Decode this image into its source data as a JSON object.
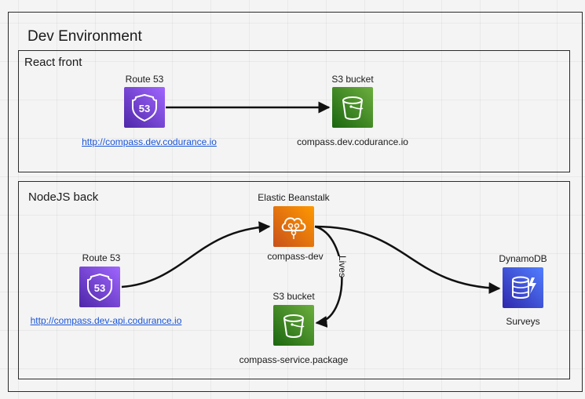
{
  "environment": {
    "title": "Dev Environment"
  },
  "frontend": {
    "title": "React front",
    "route53": {
      "label": "Route 53",
      "icon": "route53-icon",
      "link": "http://compass.dev.codurance.io"
    },
    "s3": {
      "label": "S3 bucket",
      "icon": "s3-bucket-icon",
      "name": "compass.dev.codurance.io"
    }
  },
  "backend": {
    "title": "NodeJS back",
    "route53": {
      "label": "Route 53",
      "icon": "route53-icon",
      "link": "http://compass.dev-api.codurance.io"
    },
    "beanstalk": {
      "label": "Elastic Beanstalk",
      "icon": "elastic-beanstalk-icon",
      "name": "compass-dev"
    },
    "s3": {
      "label": "S3 bucket",
      "icon": "s3-bucket-icon",
      "name": "compass-service.package"
    },
    "dynamodb": {
      "label": "DynamoDB",
      "icon": "dynamodb-icon",
      "name": "Surveys"
    },
    "edge_label": "Lives"
  },
  "colors": {
    "route53": "#8c4fff",
    "s3": "#3f8624",
    "beanstalk": "#ed7100",
    "dynamodb": "#3b48cc",
    "link": "#1a55d8"
  }
}
